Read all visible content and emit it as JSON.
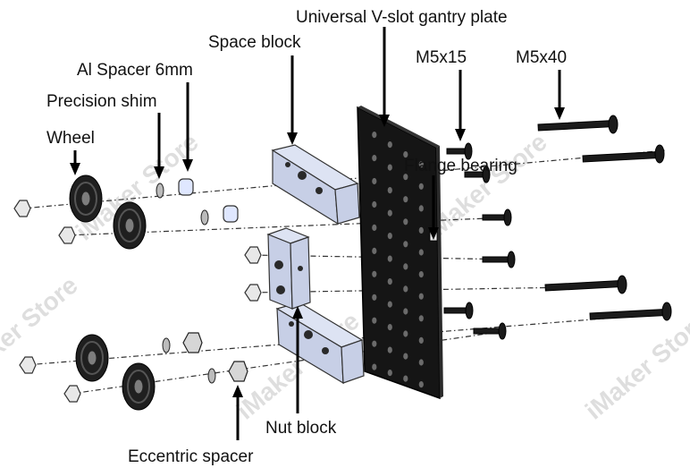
{
  "labels": {
    "gantry_plate": "Universal V-slot gantry plate",
    "space_block": "Space block",
    "m5x15": "M5x15",
    "m5x40": "M5x40",
    "al_spacer": "Al Spacer 6mm",
    "precision_shim": "Precision shim",
    "wheel": "Wheel",
    "flange_bearing": "Flange bearing",
    "nut_block": "Nut block",
    "eccentric_spacer": "Eccentric spacer"
  },
  "watermark": "iMaker Store",
  "colors": {
    "plate": "#151515",
    "block": "#c7cfe6",
    "label_text": "#111111",
    "watermark": "#d9d9d9"
  }
}
